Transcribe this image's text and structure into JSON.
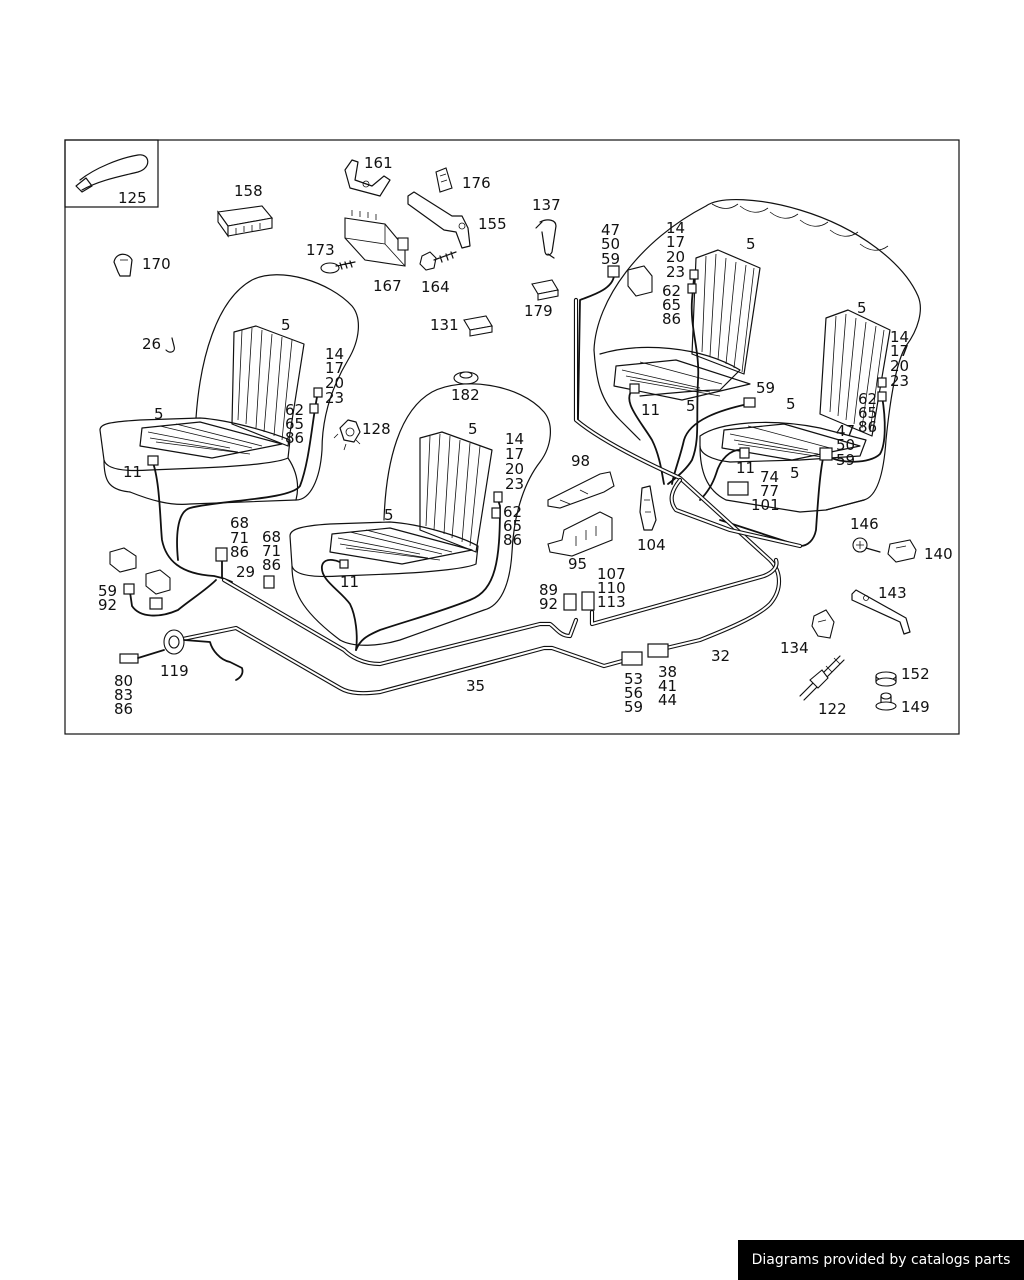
{
  "footer": {
    "credit": "Diagrams provided by catalogs parts"
  },
  "labels": {
    "l125": "125",
    "l158": "158",
    "l161": "161",
    "l176": "176",
    "l155": "155",
    "l173": "173",
    "l167": "167",
    "l164": "164",
    "l137": "137",
    "l179": "179",
    "l170": "170",
    "l26": "26",
    "l131": "131",
    "l182": "182",
    "l128": "128",
    "fs_left_5a": "5",
    "fs_left_5b": "5",
    "fs_left_11": "11",
    "fs_left_14": "14",
    "fs_left_17": "17",
    "fs_left_20": "20",
    "fs_left_23": "23",
    "fs_left_62": "62",
    "fs_left_65": "65",
    "fs_left_86": "86",
    "fs_right_5a": "5",
    "fs_right_5b": "5",
    "fs_right_11": "11",
    "fs_right_14": "14",
    "fs_right_17": "17",
    "fs_right_20": "20",
    "fs_right_23": "23",
    "fs_right_62": "62",
    "fs_right_65": "65",
    "fs_right_86": "86",
    "c68a": "68",
    "c71a": "71",
    "c86a": "86",
    "c68b": "68",
    "c71b": "71",
    "c86b": "86",
    "l29": "29",
    "l59a": "59",
    "l92a": "92",
    "l119": "119",
    "l80": "80",
    "l83": "83",
    "l86c": "86",
    "l35": "35",
    "l98": "98",
    "l95": "95",
    "l104": "104",
    "l89": "89",
    "l92b": "92",
    "l107": "107",
    "l110": "110",
    "l113": "113",
    "l53": "53",
    "l56": "56",
    "l59b": "59",
    "l38": "38",
    "l41": "41",
    "l44": "44",
    "l32": "32",
    "rs_47a": "47",
    "rs_50a": "50",
    "rs_59c": "59",
    "rs_14a": "14",
    "rs_17a": "17",
    "rs_20a": "20",
    "rs_23a": "23",
    "rs_62a": "62",
    "rs_65a": "65",
    "rs_86a": "86",
    "rs_5a": "5",
    "rs_5b": "5",
    "rs_5c": "5",
    "rs_5d": "5",
    "rs_5e": "5",
    "rs_59d": "59",
    "rs_11a": "11",
    "rs_11b": "11",
    "rs_14b": "14",
    "rs_17b": "17",
    "rs_20b": "20",
    "rs_23b": "23",
    "rs_62b": "62",
    "rs_65b": "65",
    "rs_86b": "86",
    "rs_47b": "47",
    "rs_50b": "50",
    "rs_59e": "59",
    "rs_74": "74",
    "rs_77": "77",
    "rs_101": "101",
    "l146": "146",
    "l140": "140",
    "l143": "143",
    "l134": "134",
    "l152": "152",
    "l149": "149",
    "l122": "122"
  }
}
